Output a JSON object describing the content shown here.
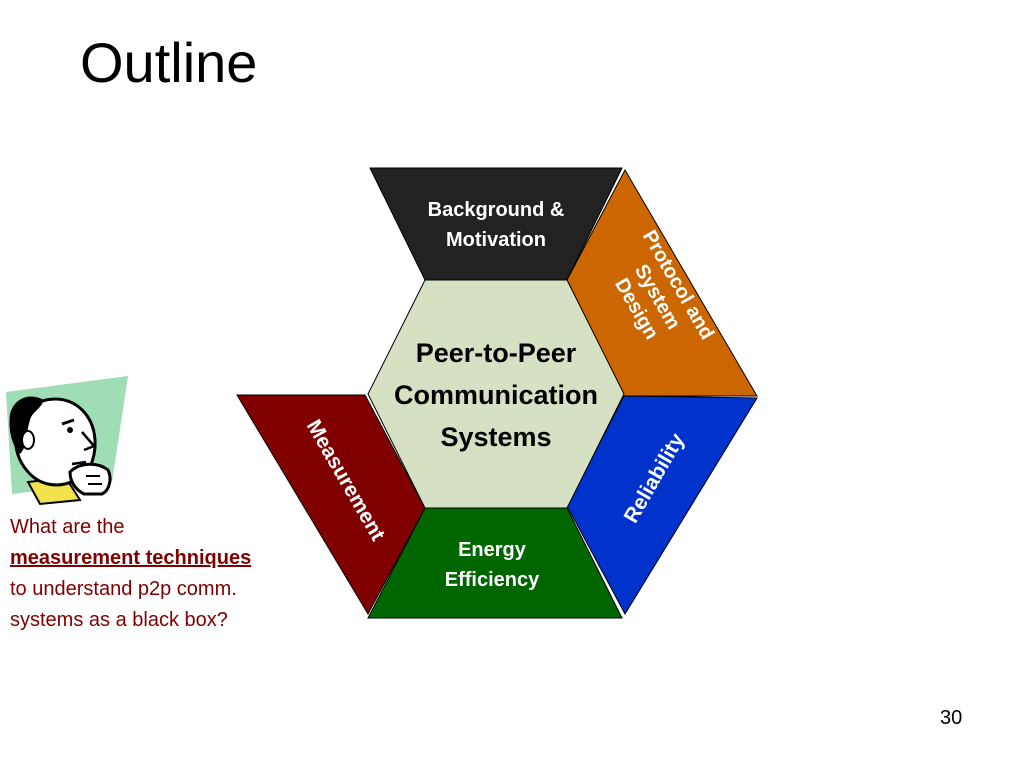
{
  "slide": {
    "title": "Outline",
    "number": "30"
  },
  "diagram": {
    "center": [
      "Peer-to-Peer",
      "Communication",
      "Systems"
    ],
    "segments": {
      "background": {
        "lines": [
          "Background &",
          "Motivation"
        ],
        "color": "#222222"
      },
      "protocol": {
        "lines": [
          "Protocol and",
          "System",
          "Design"
        ],
        "color": "#CC6600"
      },
      "reliability": {
        "lines": [
          "Reliability"
        ],
        "color": "#0033CC"
      },
      "energy": {
        "lines": [
          "Energy",
          "Efficiency"
        ],
        "color": "#006600"
      },
      "measurement": {
        "lines": [
          "Measurement"
        ],
        "color": "#800000"
      }
    },
    "center_color": "#D6E0C2"
  },
  "question": {
    "line1": "What are the",
    "line2": "measurement techniques",
    "line3": "to understand p2p comm.",
    "line4": "systems as a black box?",
    "color": "#800000"
  },
  "icons": {
    "thinker": "thinking-man-icon"
  }
}
